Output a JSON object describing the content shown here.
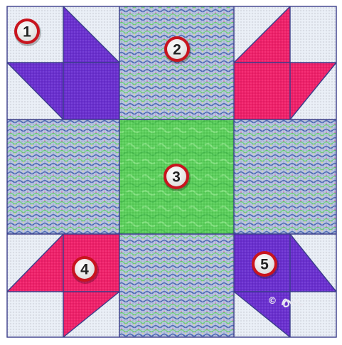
{
  "block": {
    "numbers": [
      "1",
      "2",
      "3",
      "4",
      "5"
    ],
    "watermark": "©",
    "colors": {
      "background": "#e9eef6",
      "purple": "#6a2fd0",
      "pink": "#f0206a",
      "green": "#5bd05b",
      "print_base": "#b7c3e0",
      "print_blue": "#4e6bb6",
      "print_green": "#6ccf78",
      "print_pink": "#d97fc2",
      "seam": "#3a3d8a"
    }
  }
}
